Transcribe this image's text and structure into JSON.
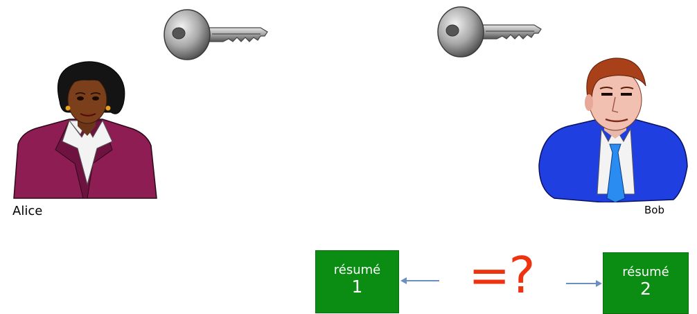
{
  "people": {
    "alice": {
      "name": "Alice",
      "jacket_color": "#8e1d54"
    },
    "bob": {
      "name": "Bob",
      "jacket_color": "#1f3fe0"
    }
  },
  "keys": [
    {
      "icon": "key-icon",
      "holder": "Alice"
    },
    {
      "icon": "key-icon",
      "holder": "Bob"
    }
  ],
  "documents": [
    {
      "word": "résumé",
      "number": "1",
      "color": "#0b8c12"
    },
    {
      "word": "résumé",
      "number": "2",
      "color": "#0b8c12"
    }
  ],
  "comparison": {
    "symbol": "=?",
    "color": "#ee3311"
  },
  "arrow_color": "#6b8fc0"
}
